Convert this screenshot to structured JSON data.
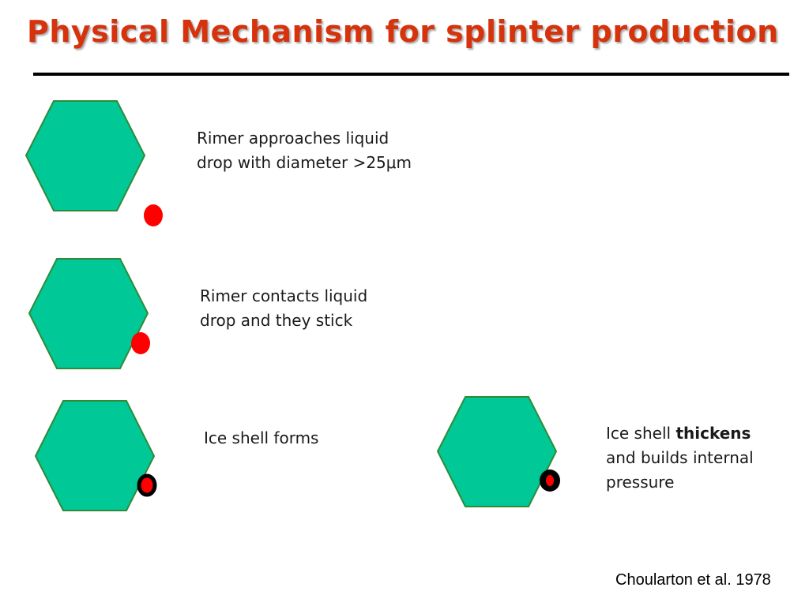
{
  "title": "Physical Mechanism for splinter production",
  "steps": [
    {
      "line1": "Rimer approaches liquid",
      "line2": "drop with diameter >25μm"
    },
    {
      "line1": "Rimer contacts liquid",
      "line2": "drop and they stick"
    },
    {
      "line1": "Ice shell forms"
    },
    {
      "line1_plain": "Ice shell ",
      "line1_bold": "thickens",
      "line2": "and builds internal",
      "line3": "pressure"
    }
  ],
  "citation": "Choularton et al. 1978",
  "colors": {
    "title": "#d6330c",
    "hexagon_fill": "#00c896",
    "hexagon_stroke": "#2e8b3a",
    "drop": "#ff0000",
    "ice_shell": "#000000"
  }
}
